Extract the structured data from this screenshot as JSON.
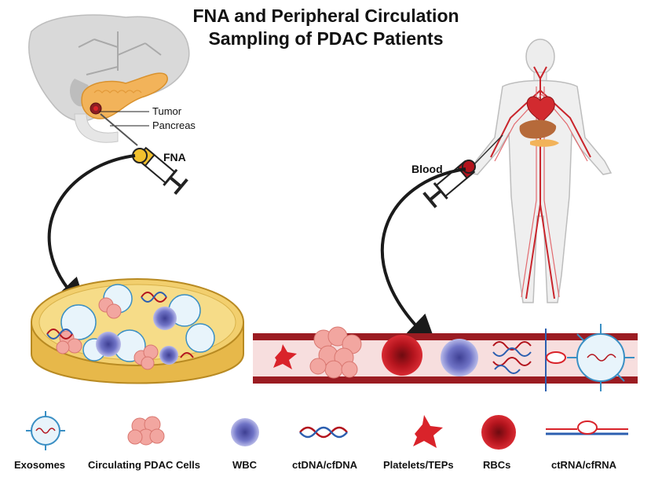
{
  "title": {
    "line1": "FNA and Peripheral Circulation",
    "line2": "Sampling of PDAC Patients"
  },
  "labels": {
    "tumor": "Tumor",
    "pancreas": "Pancreas",
    "fna": "FNA",
    "blood": "Blood"
  },
  "legend": [
    {
      "label": "Exosomes"
    },
    {
      "label": "Circulating PDAC Cells"
    },
    {
      "label": "WBC"
    },
    {
      "label": "ctDNA/cfDNA"
    },
    {
      "label": "Platelets/TEPs"
    },
    {
      "label": "RBCs"
    },
    {
      "label": "ctRNA/cfRNA"
    }
  ],
  "colors": {
    "liver": "#d9d9d9",
    "pancreas": "#f2b35a",
    "vessel_wall": "#9b1c22",
    "vessel_lumen": "#f7dede",
    "rbc": "#b3141d",
    "wbc": "#6f73c6",
    "platelet": "#d9232a",
    "pdac_cell": "#f2a6a0",
    "dish": "#f2cf6e",
    "exosome": "#3a8fc4"
  }
}
